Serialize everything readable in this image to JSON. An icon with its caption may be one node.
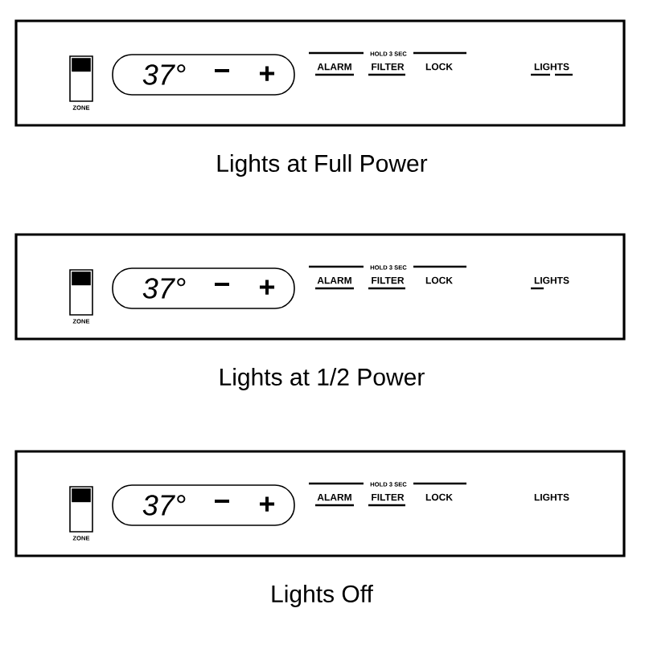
{
  "diagram": {
    "nodes": [
      {
        "text": [],
        "shape": "box",
        "beside": [
          "Lights at Full Power"
        ]
      },
      {
        "text": [
          "ZONE"
        ],
        "in": 0
      },
      {
        "text": [
          "37°",
          "−",
          "+"
        ],
        "in": 0
      },
      {
        "text": [],
        "shape": "box",
        "beside": [
          "Lights at 1/2 Power"
        ]
      },
      {
        "text": [
          "ZONE"
        ],
        "in": 3
      },
      {
        "text": [
          "37°",
          "−",
          "+"
        ],
        "in": 3
      },
      {
        "text": [],
        "shape": "box",
        "beside": [
          "Lights Off"
        ]
      },
      {
        "text": [
          "ZONE"
        ],
        "in": 6
      },
      {
        "text": [
          "37°",
          "−",
          "+"
        ],
        "in": 6
      }
    ],
    "labels": [
      "HOLD 3 SEC",
      "ALARM",
      "FILTER",
      "LOCK",
      "LIGHTS",
      "HOLD 3 SEC",
      "ALARM",
      "FILTER",
      "LOCK",
      "LIGHTS",
      "HOLD 3 SEC",
      "ALARM",
      "FILTER",
      "LOCK",
      "LIGHTS"
    ]
  }
}
